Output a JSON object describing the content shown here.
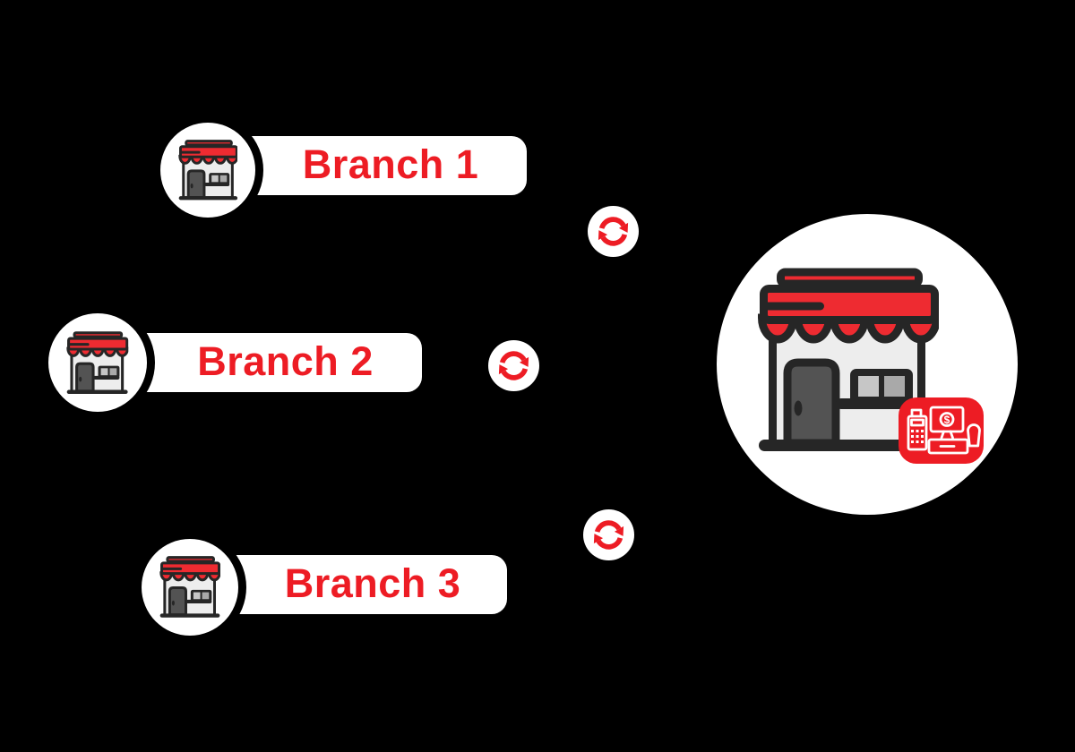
{
  "colors": {
    "background": "#000000",
    "accent_red": "#ed1c24",
    "awning_red": "#ee2b31",
    "surface_white": "#ffffff",
    "outline_black": "#262626",
    "door_gray": "#535353",
    "storefront_body_gray": "#ededed"
  },
  "branches": [
    {
      "label": "Branch 1",
      "icon": "storefront-icon"
    },
    {
      "label": "Branch 2",
      "icon": "storefront-icon"
    },
    {
      "label": "Branch 3",
      "icon": "storefront-icon"
    }
  ],
  "sync": {
    "icon": "sync-arrows-icon",
    "count": 3
  },
  "main_store": {
    "icon": "storefront-icon",
    "pos_badge": {
      "icon": "pos-terminal-icon",
      "currency_symbol": "$"
    }
  }
}
